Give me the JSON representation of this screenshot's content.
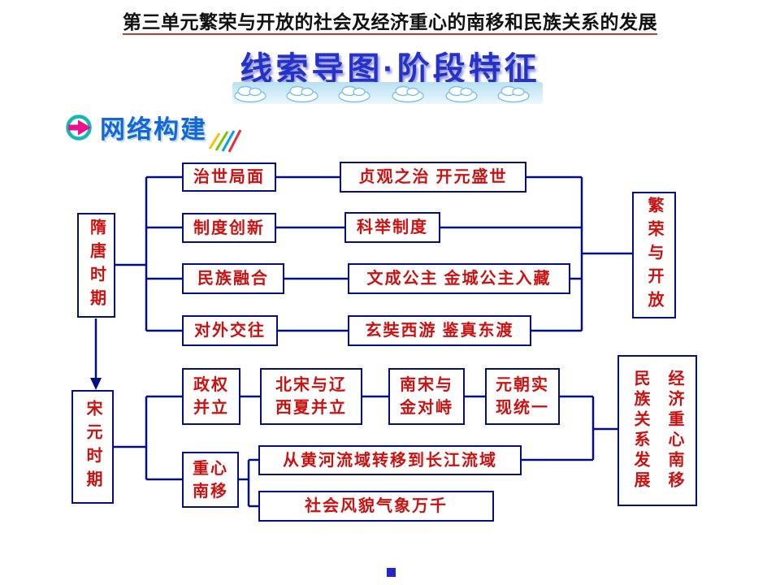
{
  "title": "第三单元繁荣与开放的社会及经济重心的南移和民族关系的发展",
  "banner": {
    "text": "线索导图·阶段特征"
  },
  "section": {
    "label": "网络构建"
  },
  "colors": {
    "line": "#000f85",
    "box_text": "#cc1111",
    "banner_blue": "#2531c8",
    "label_blue": "#1566d6"
  },
  "diagram": {
    "period_sui_tang": "隋唐时期",
    "period_song_yuan": "宋元时期",
    "sui_tang_branches": [
      {
        "topic": "治世局面",
        "detail": "贞观之治 开元盛世"
      },
      {
        "topic": "制度创新",
        "detail": "科举制度"
      },
      {
        "topic": "民族融合",
        "detail": "文成公主 金城公主入藏"
      },
      {
        "topic": "对外交往",
        "detail": "玄奘西游 鉴真东渡"
      }
    ],
    "sui_tang_summary": "繁荣与开放",
    "song_yuan_chain": [
      "政权\n并立",
      "北宋与辽\n西夏并立",
      "南宋与\n金对峙",
      "元朝实\n现统一"
    ],
    "shift_topic": "重心\n南移",
    "shift_details": [
      "从黄河流域转移到长江流域",
      "社会风貌气象万千"
    ],
    "song_yuan_summary_left": "民族关系发展",
    "song_yuan_summary_right": "经济重心南移"
  }
}
